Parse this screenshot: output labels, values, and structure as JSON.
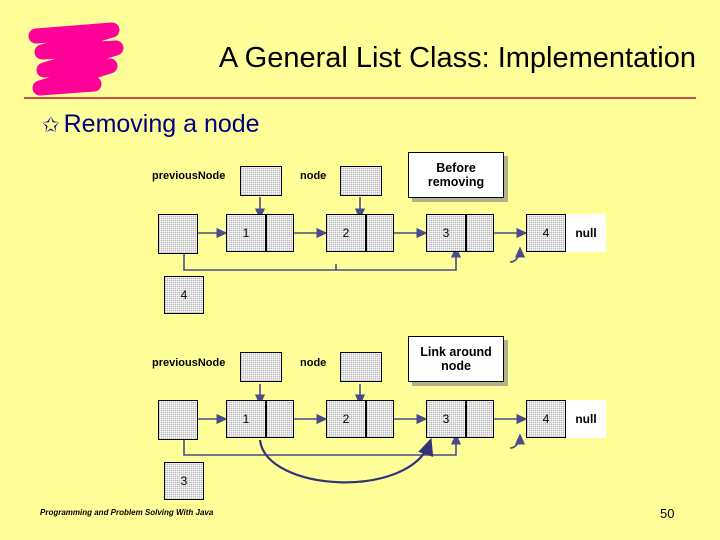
{
  "slide": {
    "title": "A General List Class: Implementation",
    "bullet": {
      "marker": "✩",
      "text": "Removing a node"
    },
    "footer": {
      "text": "Programming and Problem Solving With Java",
      "page_number": "50"
    },
    "colors": {
      "background": "#ffff99",
      "title_text": "#000000",
      "rule": "#c05050",
      "bullet_text": "#000080",
      "scribble": "#ff0099",
      "arrow": "#4a4a8a",
      "curve_arrow": "#33337a"
    }
  },
  "figure": {
    "diagram_top": {
      "callout": "Before removing",
      "label_previous_node": "previousNode",
      "label_node": "node",
      "nodes": [
        "1",
        "2",
        "3",
        "4"
      ],
      "null_label": "null",
      "tail_value": "4"
    },
    "diagram_bottom": {
      "callout": "Link around node",
      "label_previous_node": "previousNode",
      "label_node": "node",
      "nodes": [
        "1",
        "2",
        "3",
        "4"
      ],
      "null_label": "null",
      "tail_value": "3"
    }
  }
}
